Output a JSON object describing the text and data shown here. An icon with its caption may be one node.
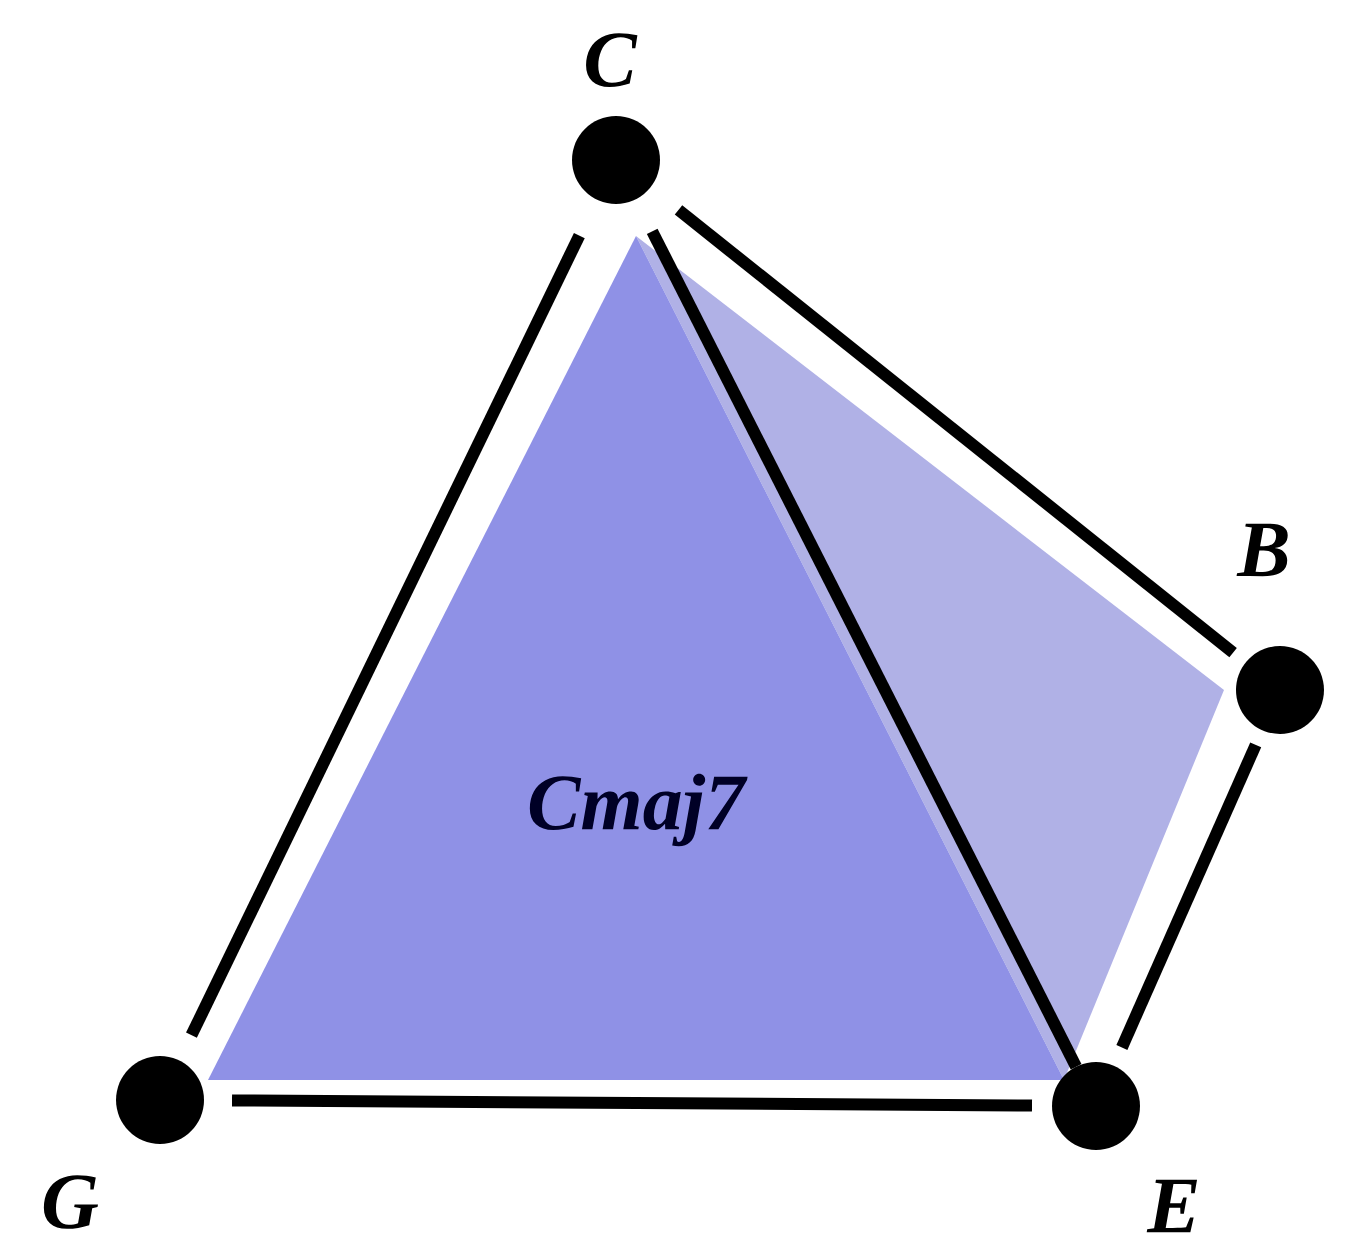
{
  "diagram": {
    "nodes": [
      {
        "text": [],
        "shape": "circle",
        "beside": [
          "C"
        ]
      },
      {
        "text": [],
        "shape": "circle",
        "beside": [
          "B"
        ]
      },
      {
        "text": [],
        "shape": "circle",
        "beside": [
          "E"
        ]
      },
      {
        "text": [],
        "shape": "circle",
        "beside": [
          "G"
        ]
      }
    ],
    "edges": [
      {
        "from": 0,
        "to": 1,
        "arrow": "none"
      },
      {
        "from": 1,
        "to": 2,
        "arrow": "none"
      },
      {
        "from": 2,
        "to": 3,
        "arrow": "none"
      },
      {
        "from": 3,
        "to": 0,
        "arrow": "none"
      },
      {
        "from": 0,
        "to": 2,
        "arrow": "none"
      }
    ],
    "labels": [
      "Cmaj7"
    ]
  }
}
